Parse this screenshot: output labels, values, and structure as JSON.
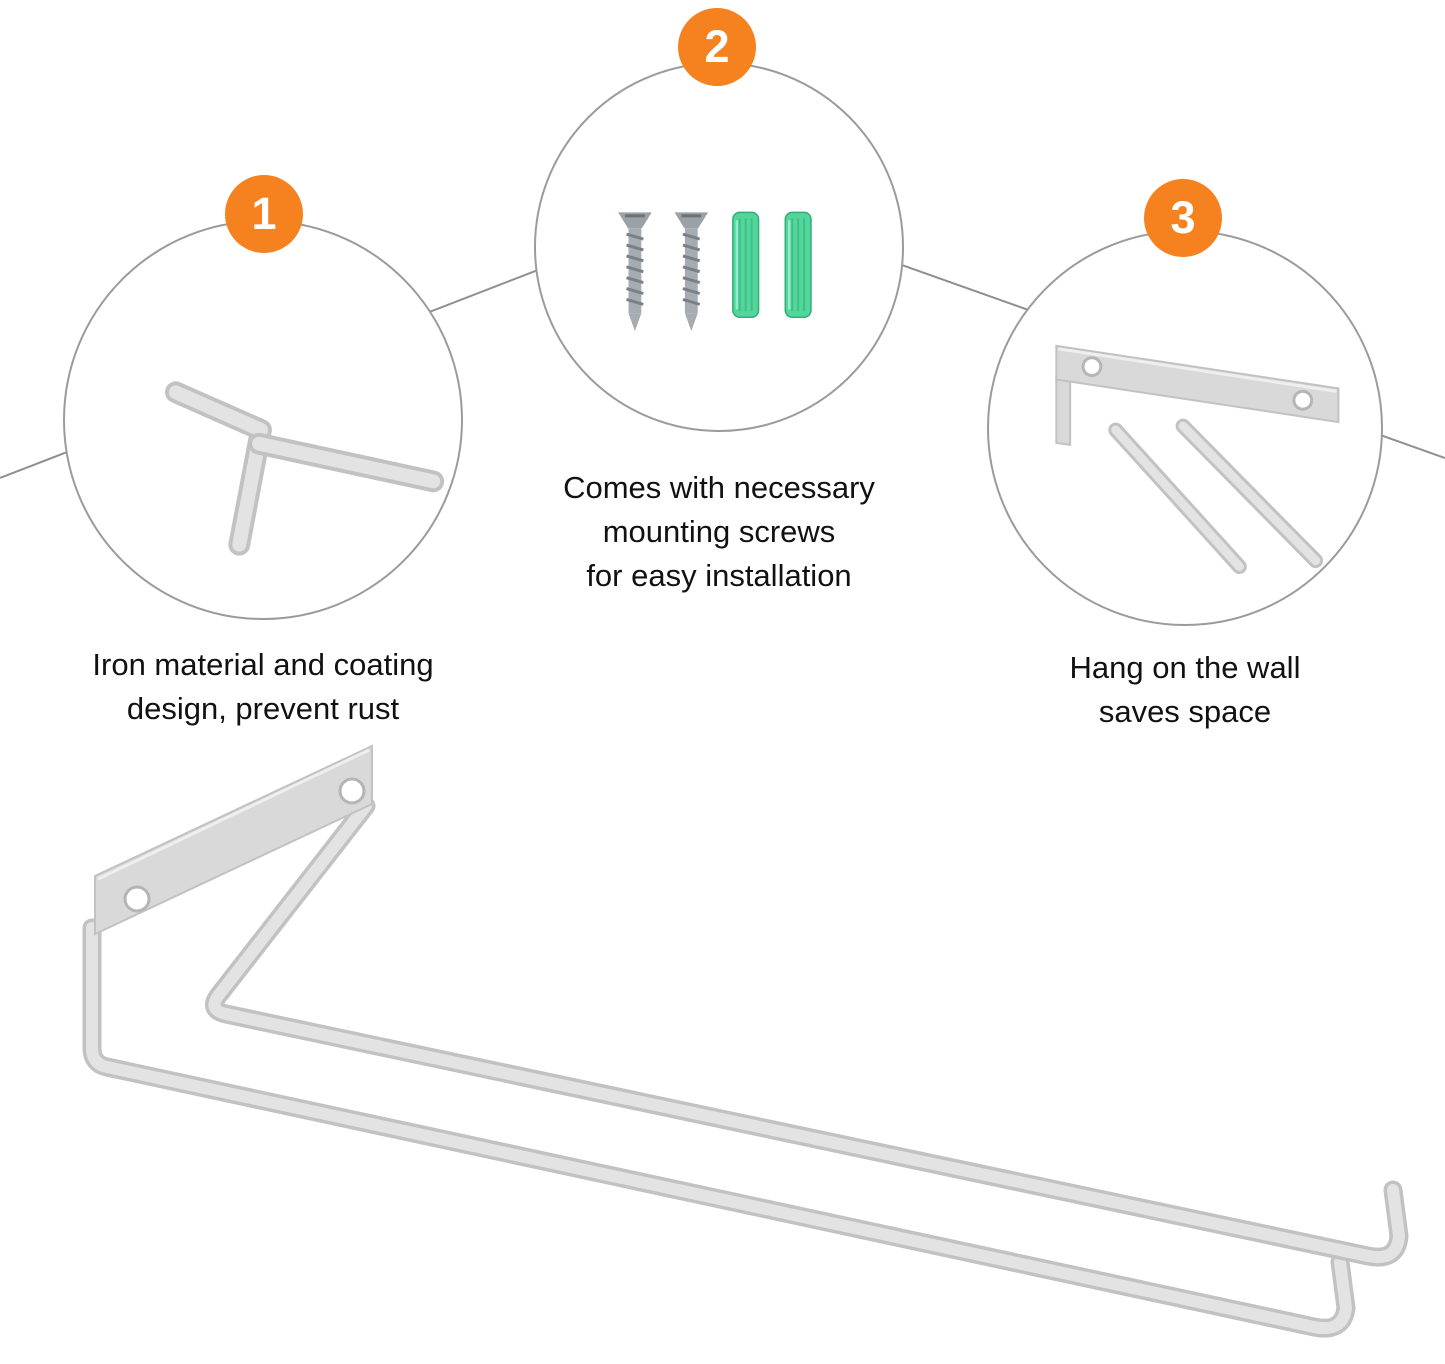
{
  "features": [
    {
      "number": "1",
      "caption_lines": [
        "Iron material and coating",
        "design, prevent rust"
      ],
      "illustration": "wire-rack-hook-ends-closeup"
    },
    {
      "number": "2",
      "caption_lines": [
        "Comes with necessary",
        "mounting screws",
        "for easy installation"
      ],
      "illustration": "two-screws-and-two-wall-anchors"
    },
    {
      "number": "3",
      "caption_lines": [
        "Hang on the wall",
        "saves space"
      ],
      "illustration": "wall-mount-bracket-closeup"
    }
  ],
  "main_illustration": "wall-mounted-wire-glass-rack",
  "colors": {
    "badge_orange": "#F5821F",
    "anchor_green": "#53D69B",
    "metal_silver_light": "#E3E3E3",
    "metal_silver": "#D9D9D9",
    "metal_silver_dark": "#C2C2C2",
    "screw_gray": "#9BA1A6",
    "leader_line_gray": "#8F8F8F",
    "circle_border_gray": "#9B9B9B",
    "text_black": "#111111"
  }
}
